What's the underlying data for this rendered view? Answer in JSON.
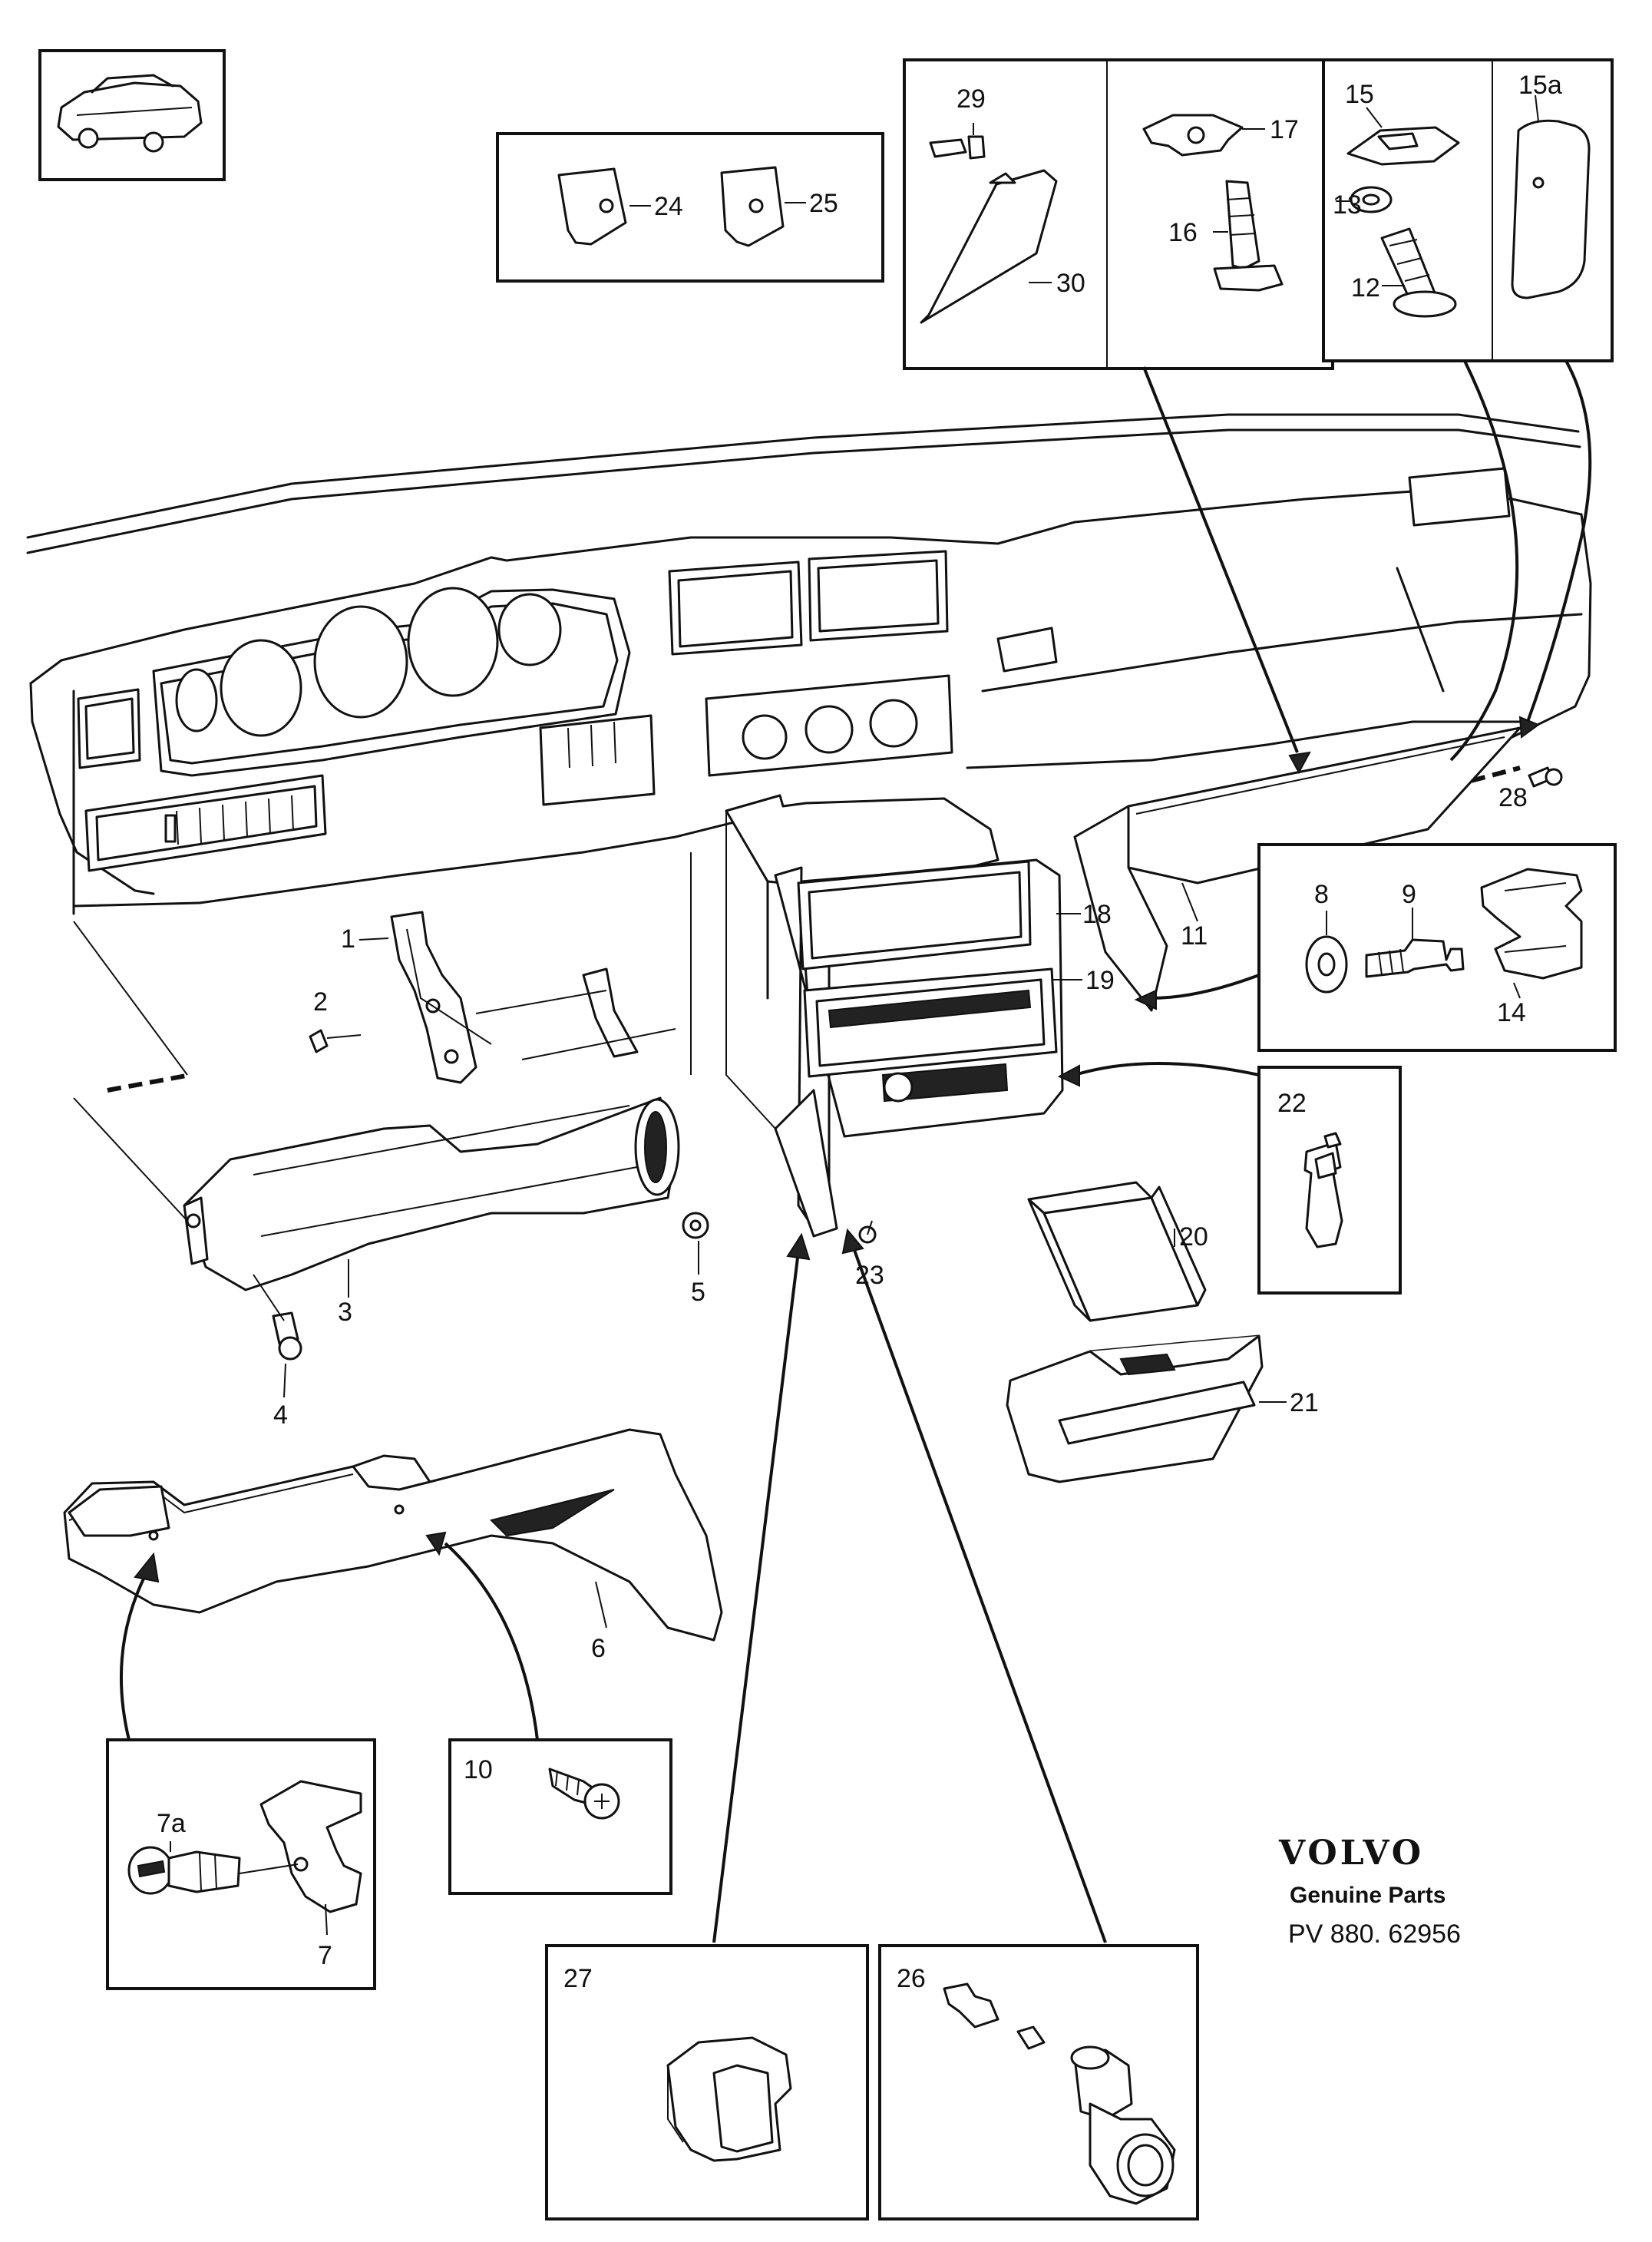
{
  "brand": {
    "name": "VOLVO",
    "subtitle": "Genuine Parts",
    "code": "PV 880. 62956"
  },
  "labels": {
    "p1": "1",
    "p2": "2",
    "p3": "3",
    "p4": "4",
    "p5": "5",
    "p6": "6",
    "p7": "7",
    "p7a": "7a",
    "p8": "8",
    "p9": "9",
    "p10": "10",
    "p11": "11",
    "p12": "12",
    "p13": "13",
    "p14": "14",
    "p15": "15",
    "p15a": "15a",
    "p16": "16",
    "p17": "17",
    "p18": "18",
    "p19": "19",
    "p20": "20",
    "p21": "21",
    "p22": "22",
    "p23": "23",
    "p24": "24",
    "p25": "25",
    "p26": "26",
    "p27": "27",
    "p28": "28",
    "p29": "29",
    "p30": "30"
  }
}
